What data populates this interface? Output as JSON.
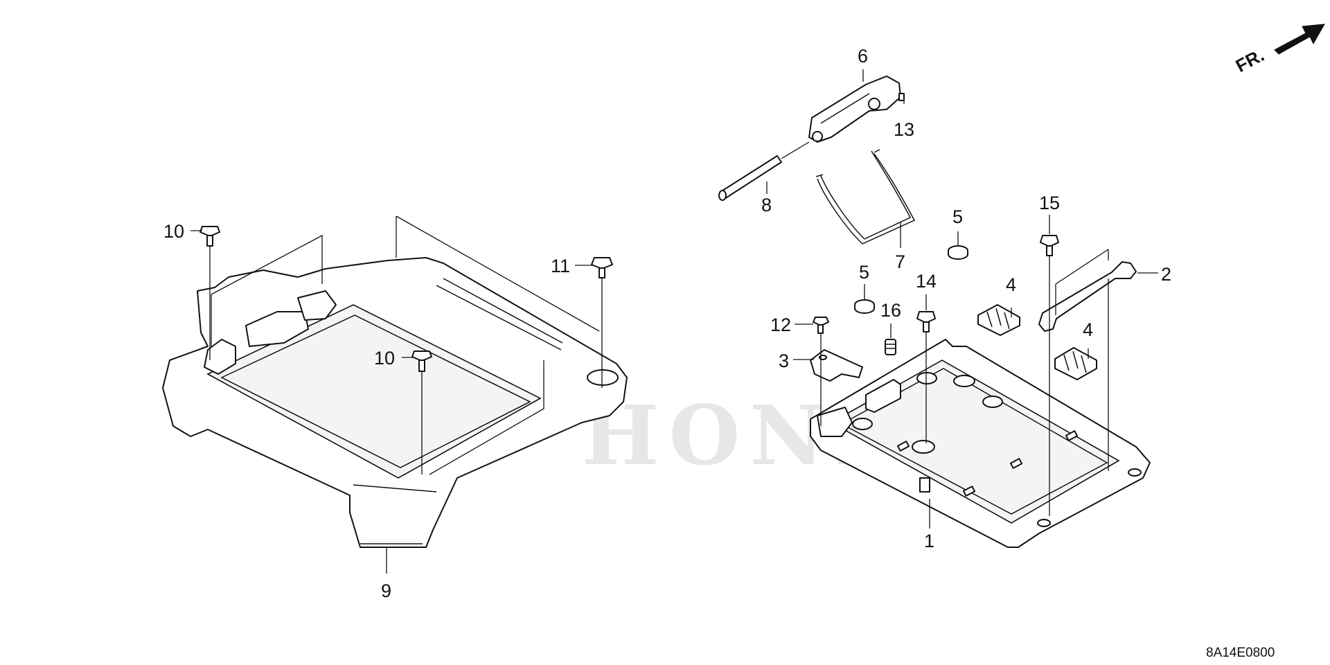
{
  "watermark": "HONDA",
  "orientation": {
    "label": "FR."
  },
  "diagram_code": "8A14E0800",
  "callouts": {
    "c1": "1",
    "c2": "2",
    "c3": "3",
    "c4a": "4",
    "c4b": "4",
    "c5a": "5",
    "c5b": "5",
    "c6": "6",
    "c7": "7",
    "c8": "8",
    "c9": "9",
    "c10a": "10",
    "c10b": "10",
    "c11": "11",
    "c12": "12",
    "c13": "13",
    "c14": "14",
    "c15": "15",
    "c16": "16"
  }
}
